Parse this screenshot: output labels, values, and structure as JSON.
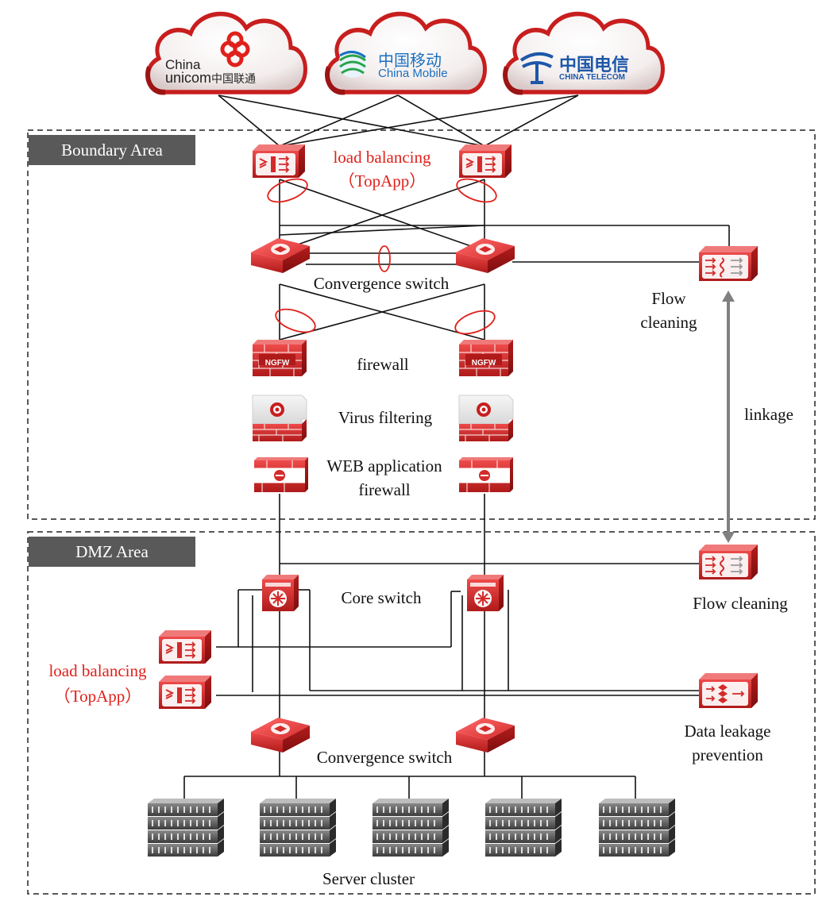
{
  "carriers": [
    {
      "name": "China unicom",
      "line1": "China",
      "line2": "unicom",
      "cn": "中国联通",
      "color": "#e0211b"
    },
    {
      "name": "China Mobile",
      "cn": "中国移动",
      "en": "China Mobile",
      "color": "#1b6fbf"
    },
    {
      "name": "China Telecom",
      "cn": "中国电信",
      "en": "CHINA TELECOM",
      "color": "#1d57a8"
    }
  ],
  "areas": {
    "boundary": "Boundary Area",
    "dmz": "DMZ Area"
  },
  "labels": {
    "lb_top_1": "load balancing",
    "lb_top_2": "（TopApp）",
    "conv_top": "Convergence switch",
    "flow_top_1": "Flow",
    "flow_top_2": "cleaning",
    "firewall": "firewall",
    "virus": "Virus filtering",
    "waf_1": "WEB application",
    "waf_2": "firewall",
    "linkage": "linkage",
    "core": "Core switch",
    "flow_dmz": "Flow cleaning",
    "lb_dmz_1": "load balancing",
    "lb_dmz_2": "（TopApp）",
    "dlp_1": "Data leakage",
    "dlp_2": "prevention",
    "conv_bottom": "Convergence switch",
    "servers": "Server cluster",
    "ngfw": "NGFW"
  },
  "colors": {
    "device_red": "#d42a2a",
    "device_dark": "#9c1414",
    "accent_red": "#e0211b",
    "tag_gray": "#595959",
    "link": "#111111"
  }
}
